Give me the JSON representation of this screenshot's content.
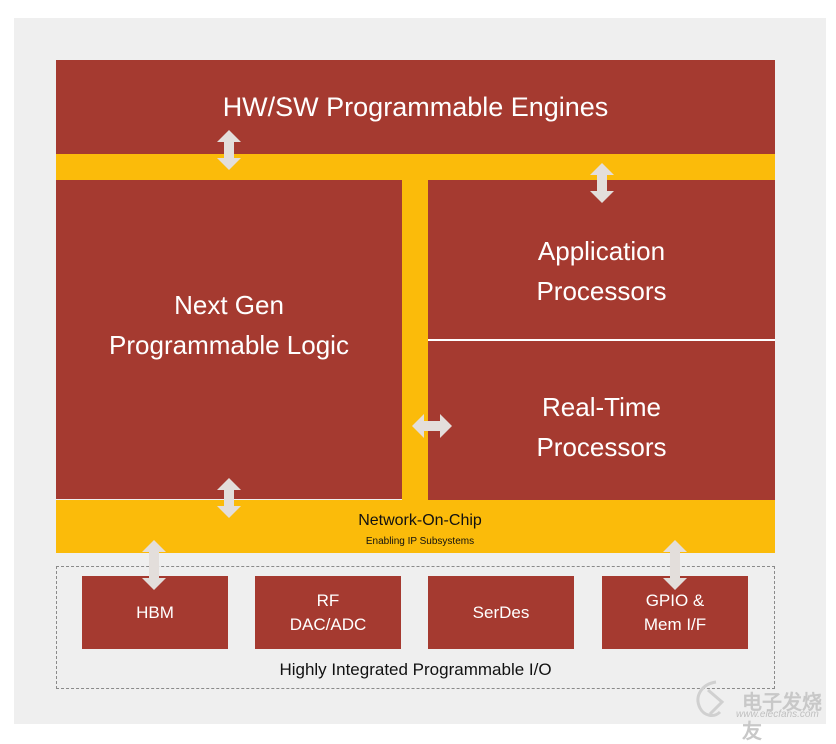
{
  "diagram": {
    "engines": "HW/SW Programmable Engines",
    "logic_line1": "Next Gen",
    "logic_line2": "Programmable Logic",
    "app_line1": "Application",
    "app_line2": "Processors",
    "rt_line1": "Real-Time",
    "rt_line2": "Processors",
    "noc_title": "Network-On-Chip",
    "noc_subtitle": "Enabling IP Subsystems",
    "io_blocks": [
      {
        "line1": "HBM",
        "line2": ""
      },
      {
        "line1": "RF",
        "line2": "DAC/ADC"
      },
      {
        "line1": "SerDes",
        "line2": ""
      },
      {
        "line1": "GPIO &",
        "line2": "Mem I/F"
      }
    ],
    "io_label": "Highly Integrated Programmable I/O"
  },
  "watermark": {
    "brand": "电子发烧友",
    "url": "www.elecfans.com"
  },
  "colors": {
    "block": "#a53a30",
    "bus": "#fbbb0a",
    "arrow": "#e3dedb",
    "background": "#efefef"
  }
}
